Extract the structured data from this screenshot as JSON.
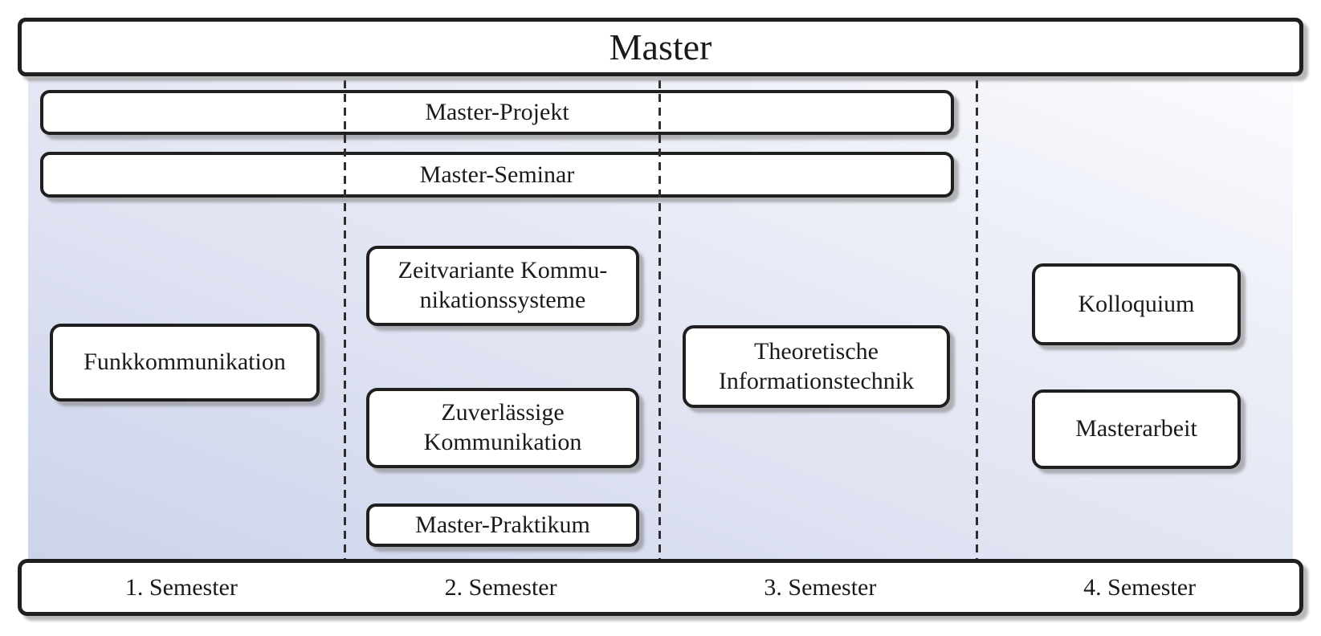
{
  "title": "Master",
  "program_bars": [
    {
      "label": "Master-Projekt"
    },
    {
      "label": "Master-Seminar"
    }
  ],
  "courses": {
    "funkkommunikation": {
      "lines": [
        "Funkkommunikation"
      ],
      "semester": 1
    },
    "zeitvariante": {
      "lines": [
        "Zeitvariante Kommu-",
        "nikationssysteme"
      ],
      "semester": 2
    },
    "zuverlaessige": {
      "lines": [
        "Zuverlässige",
        "Kommunikation"
      ],
      "semester": 2
    },
    "master_praktikum": {
      "lines": [
        "Master-Praktikum"
      ],
      "semester": 2
    },
    "theoretische": {
      "lines": [
        "Theoretische",
        "Informationstechnik"
      ],
      "semester": 3
    },
    "kolloquium": {
      "lines": [
        "Kolloquium"
      ],
      "semester": 4
    },
    "masterarbeit": {
      "lines": [
        "Masterarbeit"
      ],
      "semester": 4
    }
  },
  "semesters": [
    "1. Semester",
    "2. Semester",
    "3. Semester",
    "4. Semester"
  ],
  "colors": {
    "box_fill": "#ffffff",
    "box_border": "#1f1f1f",
    "panel_gradient_dark": "#ccd3eb",
    "panel_gradient_light": "#fbfcfe",
    "shadow": "#7d7d7d",
    "divider_line": "#2e2e2e"
  }
}
